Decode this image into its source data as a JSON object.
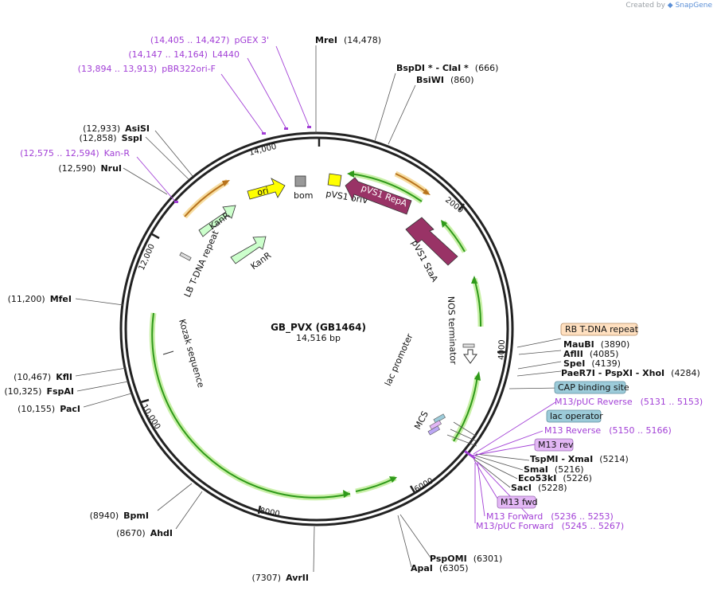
{
  "credit": {
    "prefix": "Created by",
    "brand": "SnapGene"
  },
  "plasmid": {
    "name": "GB_PVX (GB1464)",
    "size": "14,516 bp"
  },
  "ticks": [
    "14,000",
    "2000",
    "4000",
    "6000",
    "8000",
    "10,000",
    "12,000"
  ],
  "sites": [
    {
      "name": "MreI",
      "pos": "(14,478)"
    },
    {
      "name": "BspDI * - ClaI *",
      "pos": "(666)"
    },
    {
      "name": "BsiWI",
      "pos": "(860)"
    },
    {
      "name": "MauBI",
      "pos": "(3890)"
    },
    {
      "name": "AflII",
      "pos": "(4085)"
    },
    {
      "name": "SpeI",
      "pos": "(4139)"
    },
    {
      "name": "PaeR7I - PspXI - XhoI",
      "pos": "(4284)"
    },
    {
      "name": "TspMI - XmaI",
      "pos": "(5214)"
    },
    {
      "name": "SmaI",
      "pos": "(5216)"
    },
    {
      "name": "Eco53kI",
      "pos": "(5226)"
    },
    {
      "name": "SacI",
      "pos": "(5228)"
    },
    {
      "name": "PspOMI",
      "pos": "(6301)"
    },
    {
      "name": "ApaI",
      "pos": "(6305)"
    },
    {
      "name": "AvrII",
      "pos": "(7307)"
    },
    {
      "name": "AhdI",
      "pos": "(8670)"
    },
    {
      "name": "BpmI",
      "pos": "(8940)"
    },
    {
      "name": "PacI",
      "pos": "(10,155)"
    },
    {
      "name": "FspAI",
      "pos": "(10,325)"
    },
    {
      "name": "KflI",
      "pos": "(10,467)"
    },
    {
      "name": "MfeI",
      "pos": "(11,200)"
    },
    {
      "name": "NruI",
      "pos": "(12,590)"
    },
    {
      "name": "SspI",
      "pos": "(12,858)"
    },
    {
      "name": "AsiSI",
      "pos": "(12,933)"
    }
  ],
  "primers": [
    {
      "name": "pGEX 3'",
      "pos": "(14,405 .. 14,427)"
    },
    {
      "name": "L4440",
      "pos": "(14,147 .. 14,164)"
    },
    {
      "name": "pBR322ori-F",
      "pos": "(13,894 .. 13,913)"
    },
    {
      "name": "Kan-R",
      "pos": "(12,575 .. 12,594)"
    },
    {
      "name": "M13/pUC Reverse",
      "pos": "(5131 .. 5153)"
    },
    {
      "name": "M13 Reverse",
      "pos": "(5150 .. 5166)"
    },
    {
      "name": "M13 Forward",
      "pos": "(5236 .. 5253)"
    },
    {
      "name": "M13/pUC Forward",
      "pos": "(5245 .. 5267)"
    }
  ],
  "boxes": [
    "RB T-DNA repeat",
    "CAP binding site",
    "lac operator",
    "M13 rev",
    "M13 fwd"
  ],
  "features": [
    "ori",
    "bom",
    "pVS1 oriV",
    "pVS1 RepA",
    "pVS1 StaA",
    "KanR",
    "KanR",
    "LB T-DNA repeat",
    "Kozak sequence",
    "NOS terminator",
    "lac promoter",
    "MCS"
  ],
  "colors": {
    "primer": "#a23fd6",
    "ori": "#ffff00",
    "rep": "#993366",
    "kan": "#ccffcc",
    "bom": "#999999",
    "rb_box": "#ffe0c0",
    "blue_box": "#9ccbd9",
    "purple_box": "#e3b7f5",
    "orf_glow": "#c9f0a8",
    "orf": "#2f9a1a",
    "orange_orf": "#e3a14a"
  }
}
